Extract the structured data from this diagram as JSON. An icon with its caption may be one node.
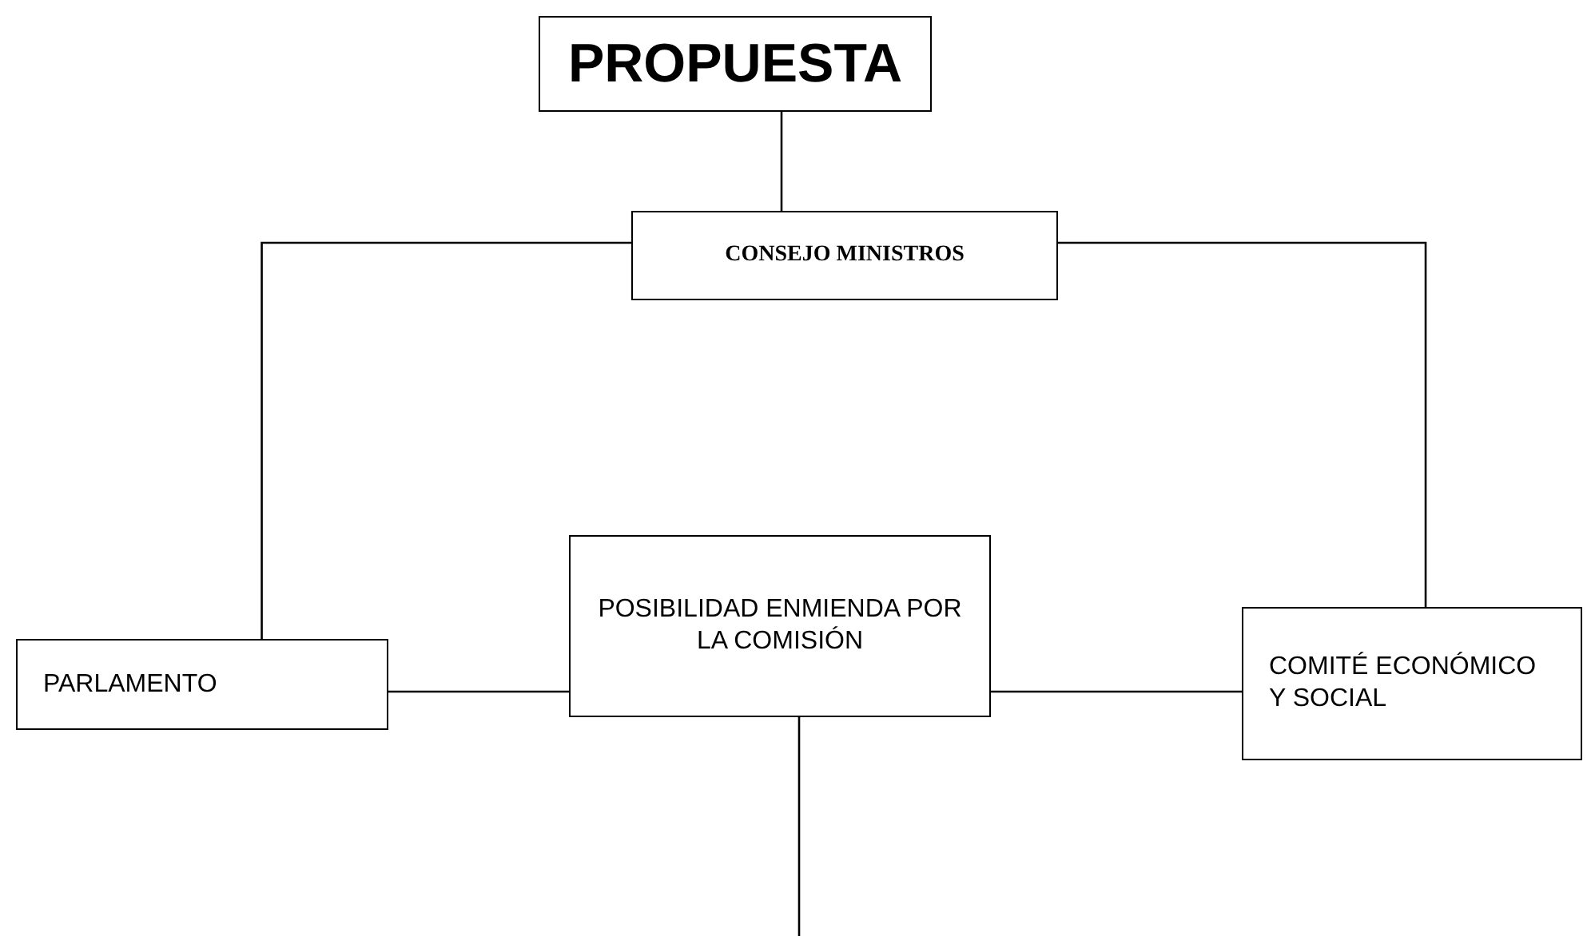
{
  "diagram": {
    "nodes": [
      {
        "text": [
          "PROPUESTA"
        ]
      },
      {
        "text": [
          "CONSEJO MINISTROS"
        ]
      },
      {
        "text": [
          "PARLAMENTO"
        ]
      },
      {
        "text": [
          "POSIBILIDAD ENMIENDA POR LA COMISIÓN"
        ]
      },
      {
        "text": [
          "COMITÉ ECONÓMICO Y SOCIAL"
        ]
      }
    ],
    "edges": [
      {
        "from": 0,
        "to": 1,
        "arrow": "none"
      },
      {
        "from": 1,
        "to": 2,
        "arrow": "none"
      },
      {
        "from": 1,
        "to": 4,
        "arrow": "none"
      },
      {
        "from": 2,
        "to": 3,
        "arrow": "none"
      },
      {
        "from": 3,
        "to": 4,
        "arrow": "none"
      },
      {
        "from": 3,
        "to": null,
        "arrow": "none"
      }
    ]
  }
}
